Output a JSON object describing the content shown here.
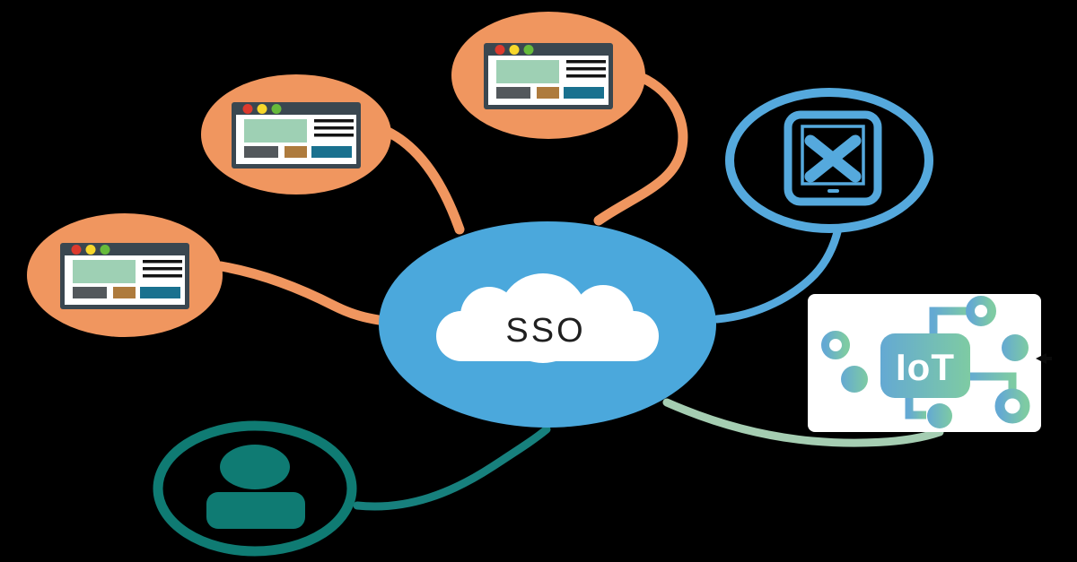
{
  "canvas": {
    "background": "#000000"
  },
  "cloud_node": {
    "label": "SSO",
    "circle_color": "#4BA8DC",
    "cloud_color": "#FFFFFF",
    "label_color": "#1F1F1F",
    "icon": "cloud"
  },
  "web_app_nodes": {
    "count": 3,
    "circle_color": "#F0965F",
    "icon": "browser-window",
    "browser_icon": {
      "frame_color": "#3A4750",
      "content_color": "#FFFFFF",
      "dot_red": "#DD3A2E",
      "dot_yellow": "#F7D72B",
      "dot_green": "#66BB3B",
      "hero_color": "#9ED0B4",
      "text_line_color": "#141414",
      "button_dark": "#53585C",
      "button_brown": "#AE7B3D",
      "button_teal": "#19718F"
    }
  },
  "mobile_node": {
    "ring_color": "#55A9DD",
    "icon": "tablet-with-x"
  },
  "user_node": {
    "color": "#0F7B73",
    "icon": "person"
  },
  "iot_node": {
    "label": "IoT",
    "card_color": "#FFFFFF",
    "label_color": "#FFFFFF",
    "gradient_start": "#64A9D3",
    "gradient_end": "#7ECBA3",
    "icon": "iot-chip-circuit"
  },
  "connectors": {
    "web_color": "#F0965F",
    "mobile_color": "#55A9DD",
    "user_color": "#17807D",
    "iot_color": "#A5CDB2"
  },
  "artifact": {
    "cursor_color": "#0A0A0A"
  }
}
